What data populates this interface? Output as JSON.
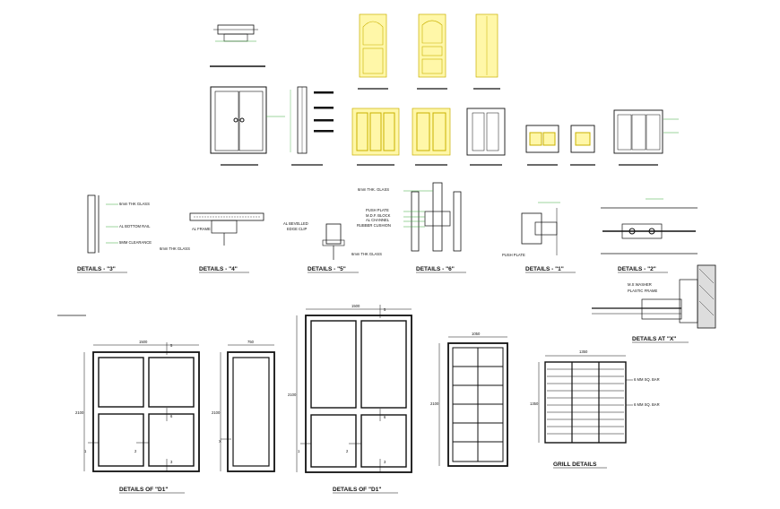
{
  "labels": {
    "details_3": "DETAILS - \"3\"",
    "details_4": "DETAILS - \"4\"",
    "details_5": "DETAILS - \"5\"",
    "details_6": "DETAILS - \"6\"",
    "details_1": "DETAILS - \"1\"",
    "details_2": "DETAILS - \"2\"",
    "details_x": "DETAILS AT \"X\"",
    "details_d1_a": "DETAILS OF \"D1\"",
    "details_d1_b": "DETAILS OF \"D1\"",
    "grill": "GRILL DETAILS"
  },
  "notes": {
    "glass_3": "6mm THK GLASS",
    "bottom_rail": "AL BOTTOM RAIL",
    "clearance": "5MM CLEARANCE",
    "al_frame": "AL FRAME",
    "glass_4": "6mm THK GLASS",
    "bevelled_1": "AL BEVELLED",
    "bevelled_2": "EDGE CLIP",
    "glass_5": "6mm THK GLASS",
    "glass_6": "6mm THK. GLASS",
    "push_plate": "PUSH PLATE",
    "mdf_block": "M.D.F. BLOCK",
    "al_channel": "AL CHANNEL",
    "rubber_cushion": "RUBBER CUSHION",
    "push_plate_1": "PUSH PLATE",
    "ms_washer": "M.S WASHER",
    "plastic_frame": "PLASTIC FRAME",
    "sq_bar_1": "6 MM SQ. BAR",
    "sq_bar_2": "6 MM SQ. BAR"
  },
  "dims": {
    "d1_width": "1500",
    "d1_height": "2100",
    "narrow_width": "750",
    "narrow_height": "2100",
    "d2_width": "1500",
    "d2_height": "2100",
    "tall_width": "1050",
    "tall_height": "2100",
    "grill_width": "1350",
    "grill_height": "1350"
  },
  "markers": {
    "m5a": "5",
    "m6a": "6",
    "m3a": "3",
    "m1a": "1",
    "m2a": "2",
    "mx": "X",
    "m5b": "5",
    "m6b": "6",
    "m3b": "3",
    "m1b": "1",
    "m2b": "2"
  }
}
